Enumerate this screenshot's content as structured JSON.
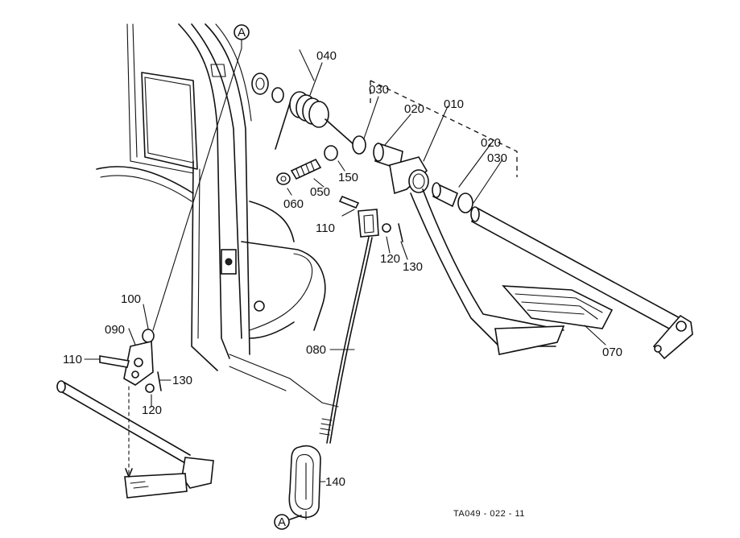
{
  "marker": "A",
  "parts": {
    "p010": "010",
    "p020a": "020",
    "p020b": "020",
    "p030a": "030",
    "p030b": "030",
    "p040": "040",
    "p050": "050",
    "p060": "060",
    "p070": "070",
    "p080": "080",
    "p090": "090",
    "p100": "100",
    "p110a": "110",
    "p110b": "110",
    "p120a": "120",
    "p120b": "120",
    "p130a": "130",
    "p130b": "130",
    "p140": "140",
    "p150": "150"
  },
  "drawing_code": "TA049 - 022 - 11"
}
